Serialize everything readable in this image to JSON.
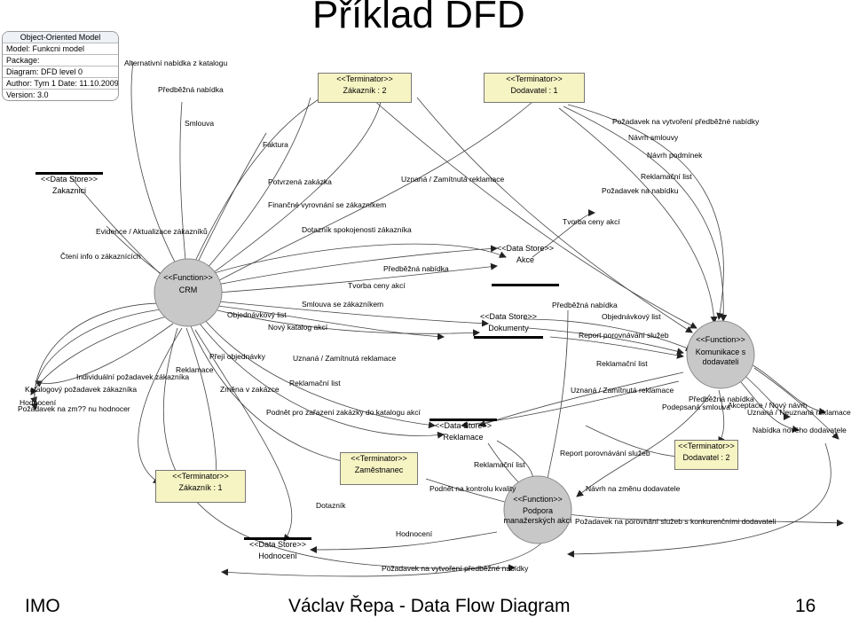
{
  "title": "Příklad DFD",
  "meta": {
    "header": "Object-Oriented Model",
    "model": "Model: Funkcni model",
    "package": "Package:",
    "diagram": "Diagram: DFD level 0",
    "author": "Author: Tym 1   Date: 11.10.2009",
    "version": "Version: 3.0"
  },
  "terminators": {
    "zakaznik2": {
      "stereo": "<<Terminator>>",
      "name": "Zákazník : 2"
    },
    "dodavatel1": {
      "stereo": "<<Terminator>>",
      "name": "Dodavatel : 1"
    },
    "zakaznik1": {
      "stereo": "<<Terminator>>",
      "name": "Zákazník : 1"
    },
    "zamestnanec": {
      "stereo": "<<Terminator>>",
      "name": "Zaměstnanec"
    },
    "dodavatel2": {
      "stereo": "<<Terminator>>",
      "name": "Dodavatel : 2"
    }
  },
  "stores": {
    "zakaznici": {
      "stereo": "<<Data Store>>",
      "name": "Zakaznici"
    },
    "akce": {
      "stereo": "<<Data Store>>",
      "name": "Akce"
    },
    "dokumenty": {
      "stereo": "<<Data Store>>",
      "name": "Dokumenty"
    },
    "reklamace": {
      "stereo": "<<Data Store>>",
      "name": "Reklamace"
    },
    "hodnoceni": {
      "stereo": "<<Data Store>>",
      "name": "Hodnocení"
    }
  },
  "functions": {
    "crm": {
      "stereo": "<<Function>>",
      "name": "CRM"
    },
    "komunikace": {
      "stereo": "<<Function>>",
      "name1": "Komunikace s",
      "name2": "dodavateli"
    },
    "podpora": {
      "stereo": "<<Function>>",
      "name1": "Podpora",
      "name2": "manažerských akcí"
    }
  },
  "flows": {
    "alternativni": "Alternativní nabídka z katalogu",
    "predbezna_top": "Předběžná nabídka",
    "smlouva": "Smlouva",
    "faktura": "Faktura",
    "pozadavek_vytvoreni_top": "Požadavek na vytvoření předběžné nabídky",
    "navrh_smlouvy": "Návrh smlouvy",
    "navrh_podminek": "Návrh podmínek",
    "potvrzena": "Potvrzená zakázka",
    "uznana_top": "Uznaná / Zamítnutá reklamace",
    "reklamacni_top": "Reklamační list",
    "pozadavek_nabidku": "Požadavek na nabídku",
    "financne": "Finančné vyrovnání se zákazníkem",
    "evidence": "Evidence / Aktualizace zákazníků",
    "dotaznik_spok": "Dotazník spokojenosti zákazníka",
    "tvorba_cen_top": "Tvorba ceny akcí",
    "cteni": "Čtení info o zákaznících",
    "predbezna_mid": "Předběžná nabídka",
    "tvorba_cen_mid": "Tvorba ceny akcí",
    "smlouva_se": "Smlouva se zákazníkem",
    "objednavkovy1": "Objednávkový list",
    "novy_katalog": "Nový katalog akcí",
    "predbezna_right": "Předběžná nabídka",
    "objednavkovy2": "Objednávkový list",
    "report1": "Report porovnávání služeb",
    "preji": "Přejí objednávky",
    "reklamace_lbl": "Reklamace",
    "individualni": "Individuální požadavek zákazníka",
    "uznana_mid": "Uznaná / Zamítnutá reklamace",
    "reklamacni_mid": "Reklamační list",
    "reklamacni_right": "Reklamační list",
    "katalogovy": "Katalogový požadavek zákazníka",
    "zmena": "Změna v zakázce",
    "uznana_right": "Uznaná / Zamítnutá reklamace",
    "hodnoceni_lbl": "Hodnocení",
    "pozadavek_zm": "Požadavek na zm?? nu hodnocer",
    "podnet_zarazeni": "Podnět pro zařazení zakázky do katalogu akcí",
    "predbezna_far": "Předběžná nabídka",
    "podepsana": "Podepsaná smlouva",
    "akceptace": "Akceptace / Nový návrh",
    "uznana_neuznana": "Uznaná / Neuznaná reklamace",
    "nabidka_nov": "Nabídka nového dodavatele",
    "report2": "Report porovnávání služeb",
    "reklamacni_low": "Reklamační list",
    "podnet_kontrola": "Podnět na kontrolu kvality",
    "navrh_zmenu": "Návrh na změnu dodavatele",
    "dotaznik": "Dotazník",
    "pozadavek_porovnani": "Požadavek na porovnání služeb s konkurenčními dodavateli",
    "hodnoceni_low": "Hodnocení",
    "pozadavek_vytvoreni_bottom": "Požadavek na vytvoření předběžné nabídky"
  },
  "footer": {
    "left": "IMO",
    "center": "Václav Řepa - Data Flow Diagram",
    "right": "16"
  },
  "colors": {
    "terminator_fill": "#f7f4c4",
    "function_fill": "#c8c8c8",
    "line": "#333333"
  }
}
